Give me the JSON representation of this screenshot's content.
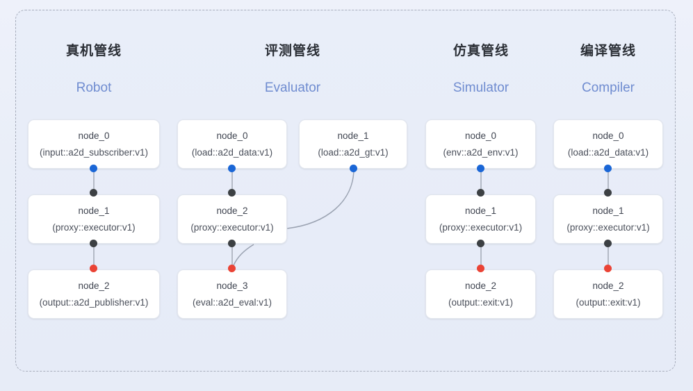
{
  "diagram": {
    "frame_label": "pipeline-container",
    "background_color": "#e8edf8",
    "border_color": "#a7adbb",
    "accent_color": "#6f8cd0",
    "dot_colors": {
      "output_blue": "#1a66d6",
      "output_dark": "#3c4043",
      "input_dark": "#3c4043",
      "input_red": "#ea4335"
    },
    "edge_color": "#b4bac6"
  },
  "columns": [
    {
      "id": "robot",
      "title_zh": "真机管线",
      "title_en": "Robot",
      "nodes": [
        {
          "name": "node_0",
          "spec": "(input::a2d_subscriber:v1)"
        },
        {
          "name": "node_1",
          "spec": "(proxy::executor:v1)"
        },
        {
          "name": "node_2",
          "spec": "(output::a2d_publisher:v1)"
        }
      ]
    },
    {
      "id": "evaluator",
      "title_zh": "评测管线",
      "title_en": "Evaluator",
      "nodes": [
        {
          "name": "node_0",
          "spec": "(load::a2d_data:v1)"
        },
        {
          "name": "node_1",
          "spec": "(load::a2d_gt:v1)"
        },
        {
          "name": "node_2",
          "spec": "(proxy::executor:v1)"
        },
        {
          "name": "node_3",
          "spec": "(eval::a2d_eval:v1)"
        }
      ]
    },
    {
      "id": "simulator",
      "title_zh": "仿真管线",
      "title_en": "Simulator",
      "nodes": [
        {
          "name": "node_0",
          "spec": "(env::a2d_env:v1)"
        },
        {
          "name": "node_1",
          "spec": "(proxy::executor:v1)"
        },
        {
          "name": "node_2",
          "spec": "(output::exit:v1)"
        }
      ]
    },
    {
      "id": "compiler",
      "title_zh": "编译管线",
      "title_en": "Compiler",
      "nodes": [
        {
          "name": "node_0",
          "spec": "(load::a2d_data:v1)"
        },
        {
          "name": "node_1",
          "spec": "(proxy::executor:v1)"
        },
        {
          "name": "node_2",
          "spec": "(output::exit:v1)"
        }
      ]
    }
  ]
}
